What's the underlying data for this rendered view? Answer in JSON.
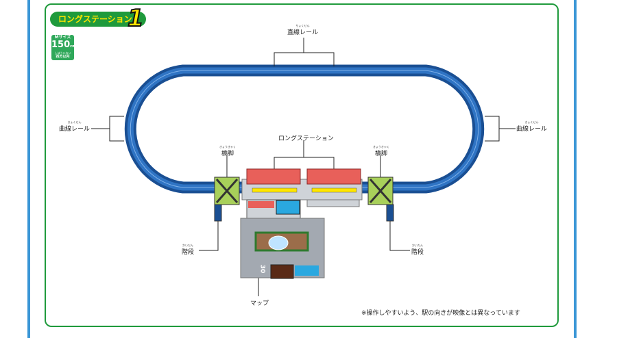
{
  "title": "ロングステーション",
  "title_number": "1",
  "badge": {
    "size": "Mサイズ",
    "value": "150",
    "unit": "cm",
    "ruby": "しほういない",
    "limit": "四方以内"
  },
  "labels": {
    "straight": {
      "ruby": "ちょくせん",
      "text": "直線レール"
    },
    "curve_left": {
      "ruby": "きょくせん",
      "text": "曲線レール"
    },
    "curve_right": {
      "ruby": "きょくせん",
      "text": "曲線レール"
    },
    "station": {
      "text": "ロングステーション"
    },
    "pier_left": {
      "ruby": "きょうきゃく",
      "text": "橋脚"
    },
    "pier_right": {
      "ruby": "きょうきゃく",
      "text": "橋脚"
    },
    "stairs_left": {
      "ruby": "かいだん",
      "text": "階段"
    },
    "stairs_right": {
      "ruby": "かいだん",
      "text": "階段"
    },
    "map": {
      "text": "マップ"
    },
    "map_speed": "30"
  },
  "note": "※操作しやすいよう、駅の向きが映像とは異なっています",
  "colors": {
    "track": "#1f5fa8",
    "frame": "#1f9a3c",
    "pier": "#a8d05a",
    "roof": "#e8605a",
    "platform_line": "#ffe600"
  }
}
